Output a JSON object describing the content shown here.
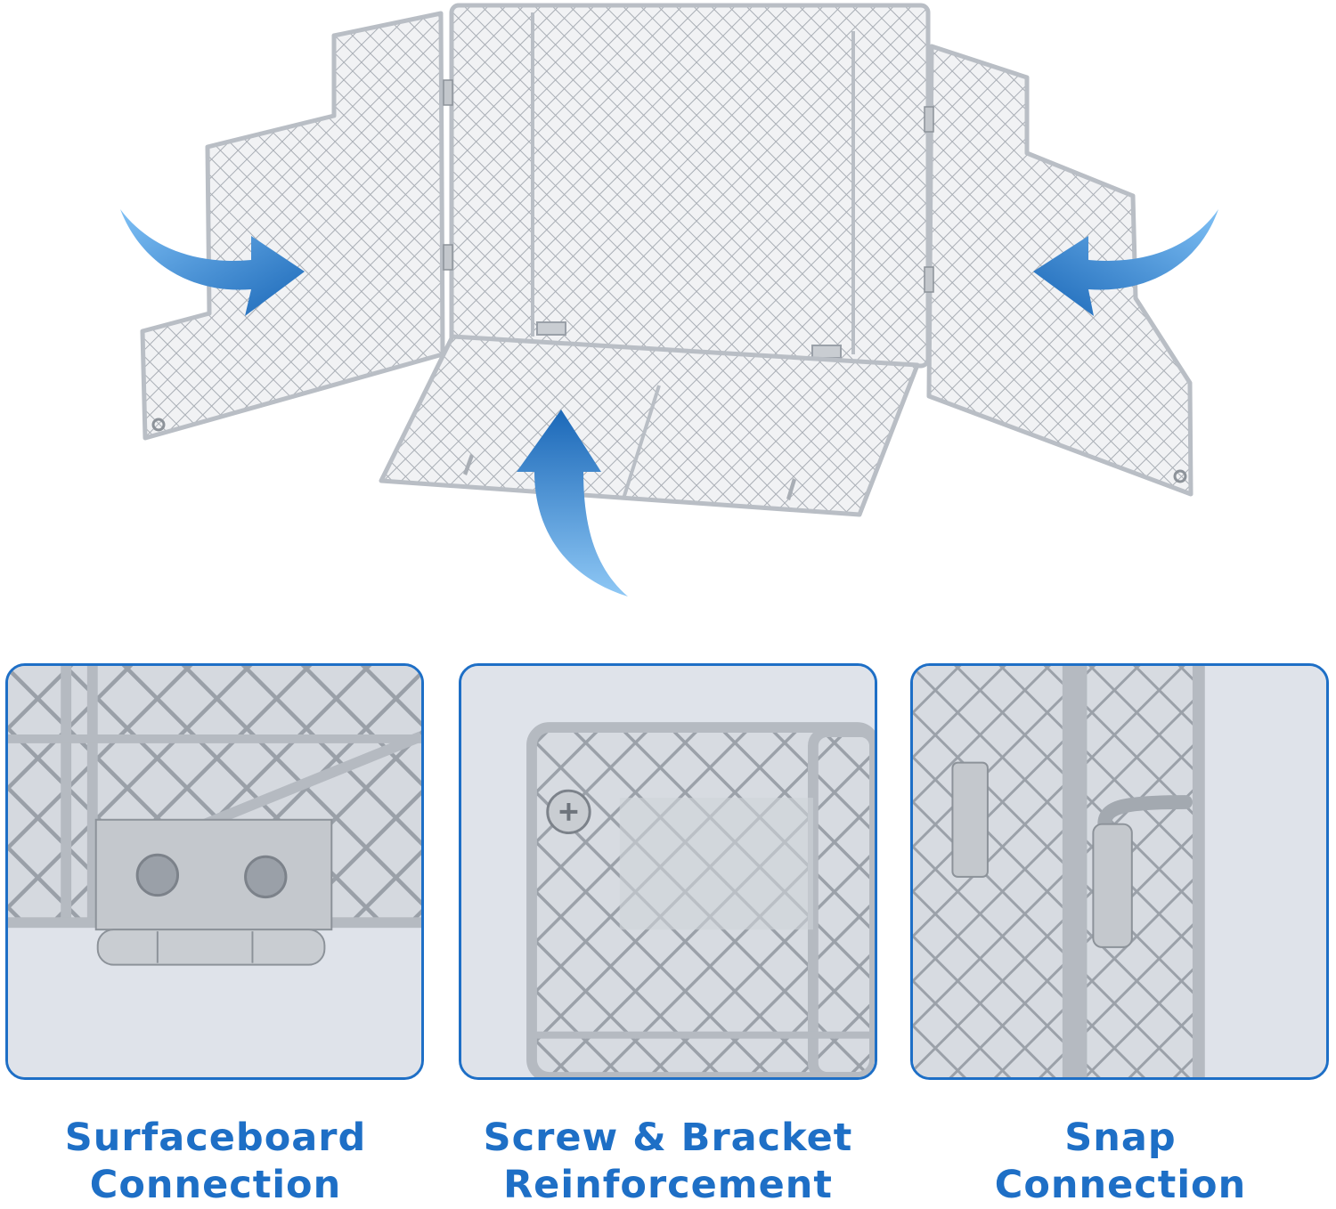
{
  "captions": [
    {
      "line1": "Surfaceboard",
      "line2": "Connection"
    },
    {
      "line1": "Screw & Bracket",
      "line2": "Reinforcement"
    },
    {
      "line1": "Snap",
      "line2": "Connection"
    }
  ],
  "colors": {
    "accent": "#1e6fc6",
    "arrow": "#2a86d9",
    "mesh": "#9aa0a8",
    "frame": "#b9bec5",
    "panel_bg": "#dfe3ea"
  },
  "icons": [
    "arrow-right-icon",
    "arrow-left-icon",
    "arrow-up-icon",
    "screw-icon",
    "hinge-icon",
    "snap-hook-icon"
  ]
}
